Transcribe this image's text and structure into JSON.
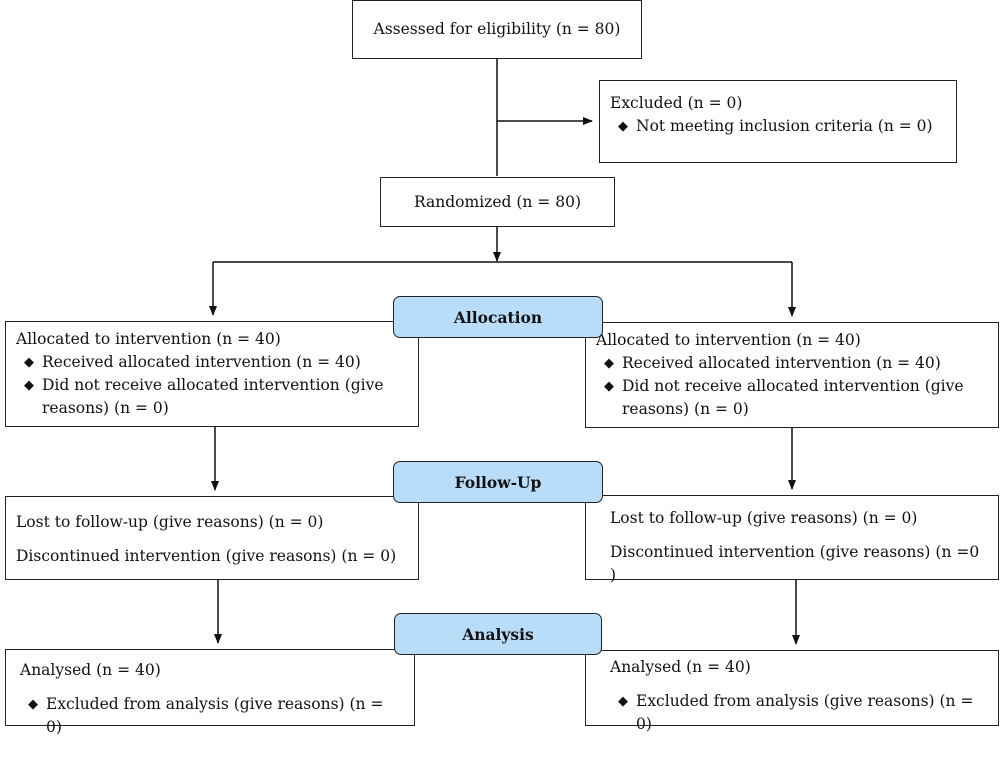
{
  "assessed": "Assessed for eligibility (n =  80)",
  "excluded": {
    "title": "Excluded  (n = 0)",
    "items": [
      "Not meeting inclusion criteria (n = 0)"
    ]
  },
  "randomized": "Randomized (n = 80)",
  "stages": {
    "allocation": "Allocation",
    "followup": "Follow-Up",
    "analysis": "Analysis"
  },
  "left": {
    "allocation": {
      "title": "Allocated to intervention (n = 40)",
      "items": [
        "Received allocated intervention (n = 40)",
        "Did not receive allocated intervention (give reasons) (n = 0)"
      ]
    },
    "followup": {
      "lost": "Lost to follow-up (give reasons) (n = 0)",
      "discontinued": "Discontinued intervention (give reasons) (n = 0)"
    },
    "analysis": {
      "title": "Analysed  (n = 40)",
      "items": [
        "Excluded from analysis (give reasons) (n = 0)"
      ]
    }
  },
  "right": {
    "allocation": {
      "title": "Allocated to intervention (n = 40)",
      "items": [
        "Received allocated intervention (n = 40)",
        "Did not receive allocated intervention (give reasons) (n = 0)"
      ]
    },
    "followup": {
      "lost": "Lost to follow-up (give reasons) (n = 0)",
      "discontinued": "Discontinued intervention (give reasons) (n =0 )"
    },
    "analysis": {
      "title": "Analysed  (n = 40)",
      "items": [
        "Excluded from analysis (give reasons) (n = 0)"
      ]
    }
  }
}
